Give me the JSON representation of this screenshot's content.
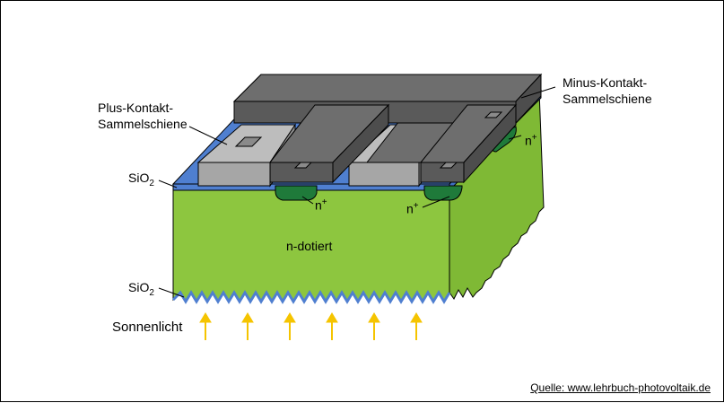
{
  "labels": {
    "plus_contact_line1": "Plus-Kontakt-",
    "plus_contact_line2": "Sammelschiene",
    "minus_contact_line1": "Minus-Kontakt-",
    "minus_contact_line2": "Sammelschiene",
    "sio2_top": "SiO",
    "sio2_top_sub": "2",
    "sio2_bottom": "SiO",
    "sio2_bottom_sub": "2",
    "n_plus_1": "n",
    "n_plus_1_sup": "+",
    "n_plus_2": "n",
    "n_plus_2_sup": "+",
    "n_plus_3": "n",
    "n_plus_3_sup": "+",
    "n_doped": "n-dotiert",
    "sunlight": "Sonnenlicht"
  },
  "source": "Quelle: www.lehrbuch-photovoltaik.de",
  "colors": {
    "silicon_front": "#8dc63f",
    "silicon_side": "#7fb935",
    "oxide": "#4f7fd0",
    "plus_contact": "#a6a6a6",
    "minus_busbar": "#6e6e6e",
    "n_plus": "#1f7a3a",
    "arrow": "#f5c400"
  }
}
